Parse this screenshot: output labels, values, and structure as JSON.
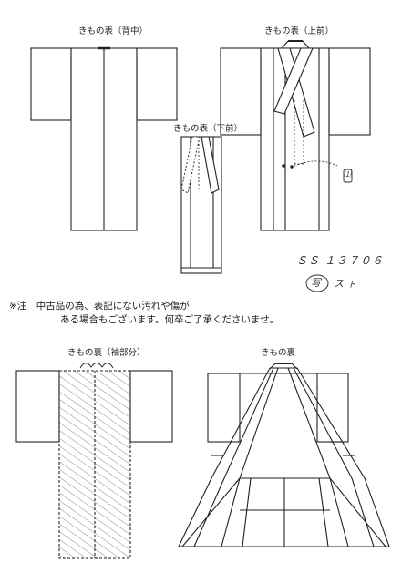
{
  "labels": {
    "back": "きもの表（背中）",
    "front_upper": "きもの表（上前）",
    "front_lower": "きもの表（下前）",
    "lining_sleeve": "きもの裏（袖部分）",
    "lining": "きもの裏"
  },
  "handwriting": {
    "code": "ＳＳ １３７０６",
    "stamp": "写",
    "initials": "ス ㇳ",
    "mark": "⑴"
  },
  "notice": {
    "line1": "※注　中古品の為、表記にない汚れや傷が",
    "line2": "ある場合もございます。何卒ご了承くださいませ。"
  },
  "colors": {
    "line": "#222222",
    "hatch": "#666666",
    "background": "#ffffff"
  }
}
